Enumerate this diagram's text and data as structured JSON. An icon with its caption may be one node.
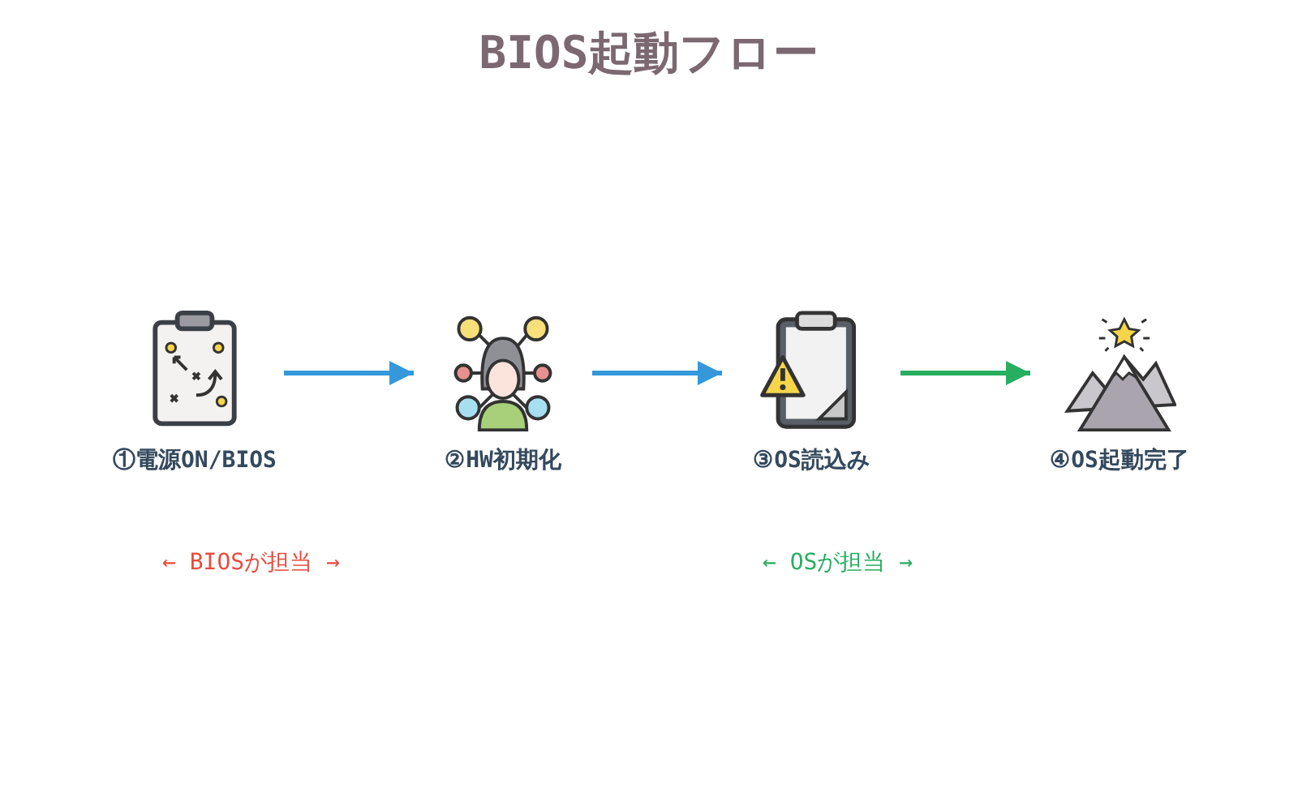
{
  "diagram": {
    "title": "BIOS起動フロー",
    "nodes": [
      {
        "text": [
          "①電源ON/BIOS"
        ]
      },
      {
        "text": [
          "②HW初期化"
        ]
      },
      {
        "text": [
          "③OS読込み"
        ]
      },
      {
        "text": [
          "④OS起動完了"
        ]
      }
    ],
    "edges": [
      {
        "from": 0,
        "to": 1,
        "arrow": "to"
      },
      {
        "from": 1,
        "to": 2,
        "arrow": "to"
      },
      {
        "from": 2,
        "to": 3,
        "arrow": "to",
        "color": "#27ae60"
      }
    ],
    "labels": [
      "← BIOSが担当 →",
      "← OSが担当 →"
    ]
  }
}
